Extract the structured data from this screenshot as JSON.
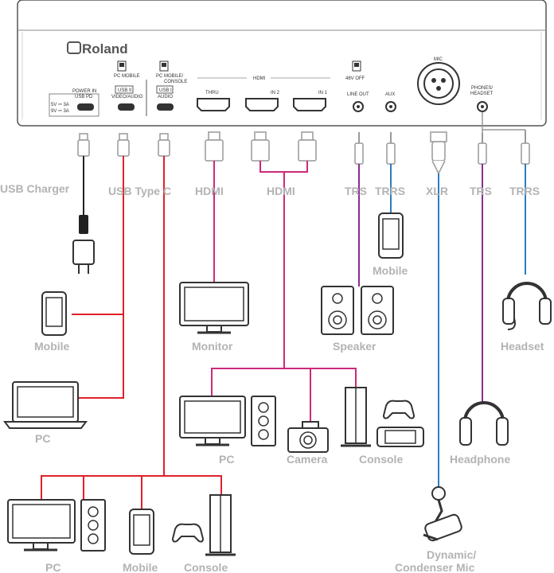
{
  "panel": {
    "brand": "Roland",
    "power_in": "POWER IN",
    "usb_pd": "USB PD",
    "power_spec_1": "5V ⎓ 3A",
    "power_spec_2": "9V ⎓ 3A",
    "usb2_switch": "PC  MOBILE",
    "usb2_name": "USB II",
    "usb2_sub": "VIDEO/AUDIO",
    "usb1_switch": "PC  MOBILE/",
    "usb1_switch_2": "CONSOLE",
    "usb1_name": "USB I",
    "usb1_sub": "AUDIO",
    "hdmi_group": "HDMI",
    "thru": "THRU",
    "in2": "IN 2",
    "in1": "IN 1",
    "phantom": "48V  OFF",
    "line_out": "LINE OUT",
    "aux": "AUX",
    "mic": "MIC",
    "phones_1": "PHONES/",
    "phones_2": "HEADSET"
  },
  "cables": {
    "usb_charger": "USB Charger",
    "usb_type_c": "USB Type C",
    "hdmi_thru": "HDMI",
    "hdmi_in": "HDMI",
    "trs_line": "TRS",
    "trrs_aux": "TRRS",
    "xlr": "XLR",
    "trs_phones": "TRS",
    "trrs_phones": "TRRS"
  },
  "devices": {
    "mobile_usb2": "Mobile",
    "pc_usb2": "PC",
    "monitor": "Monitor",
    "mobile_aux": "Mobile",
    "speaker": "Speaker",
    "headset": "Headset",
    "pc_hdmi": "PC",
    "camera": "Camera",
    "console_hdmi": "Console",
    "headphone": "Headphone",
    "pc_usb1": "PC",
    "mobile_usb1": "Mobile",
    "console_usb1": "Console",
    "mic_1": "Dynamic/",
    "mic_2": "Condenser Mic"
  },
  "colors": {
    "usb_wire": "#e0202a",
    "hdmi_wire": "#cc2a7a",
    "trs_wire": "#8a2d8e",
    "trrs_wire": "#2b7cc0",
    "label_grey": "#b3b3b3"
  }
}
